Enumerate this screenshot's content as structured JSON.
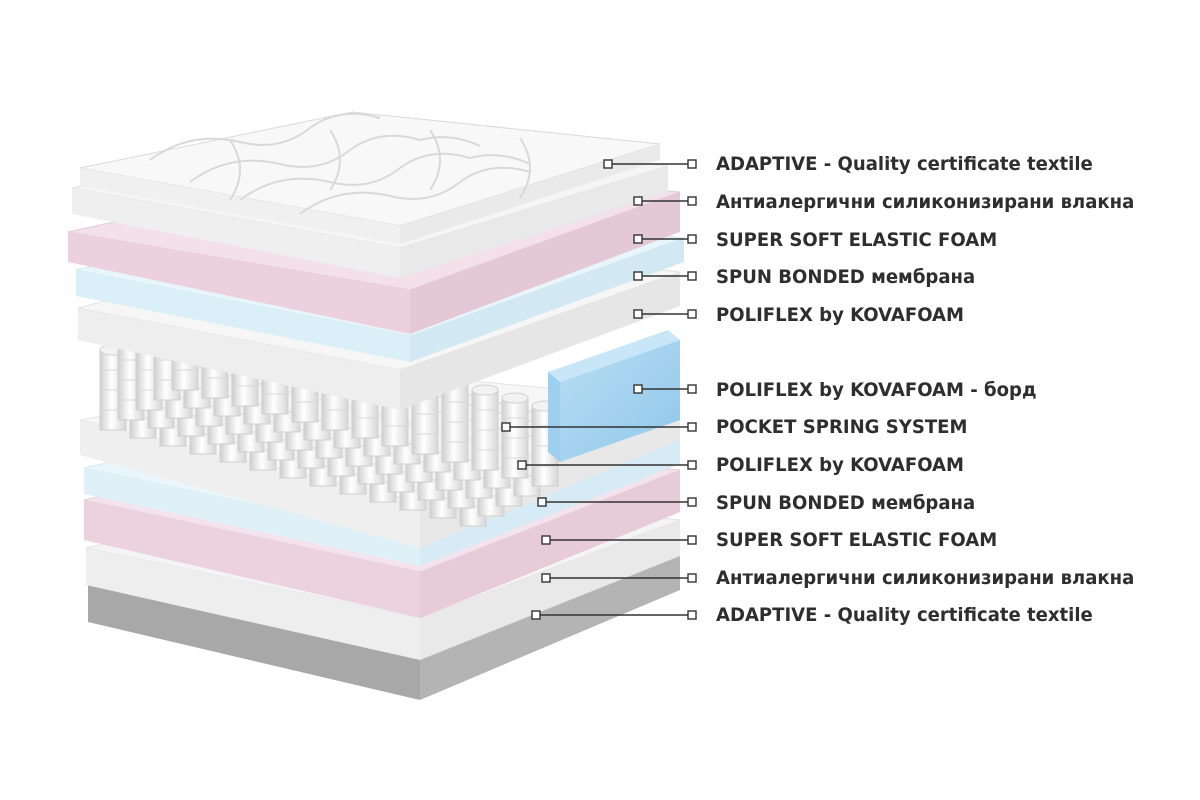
{
  "labels": [
    "ADAPTIVE - Quality certificate textile",
    "Антиалергични силиконизирани влакна",
    "SUPER SOFT ELASTIC FOAM",
    "SPUN BONDED мембрана",
    "POLIFLEX by KOVAFOAM",
    "POLIFLEX by KOVAFOAM - борд",
    "POCKET SPRING SYSTEM",
    "POLIFLEX by KOVAFOAM",
    "SPUN BONDED мембрана",
    "SUPER SOFT ELASTIC FOAM",
    "Антиалергични силиконизирани влакна",
    "ADAPTIVE - Quality certificate textile"
  ],
  "colors": {
    "quilt": "#f3f3f3",
    "fiber": "#f7f7f7",
    "pink_foam": "#f1dbe6",
    "membrane": "#e6f4fa",
    "white_foam": "#f5f5f5",
    "border_foam": "#a9d5f0",
    "spring": "#e4e4e4",
    "base": "#c9c9c9",
    "leader": "#333333"
  }
}
